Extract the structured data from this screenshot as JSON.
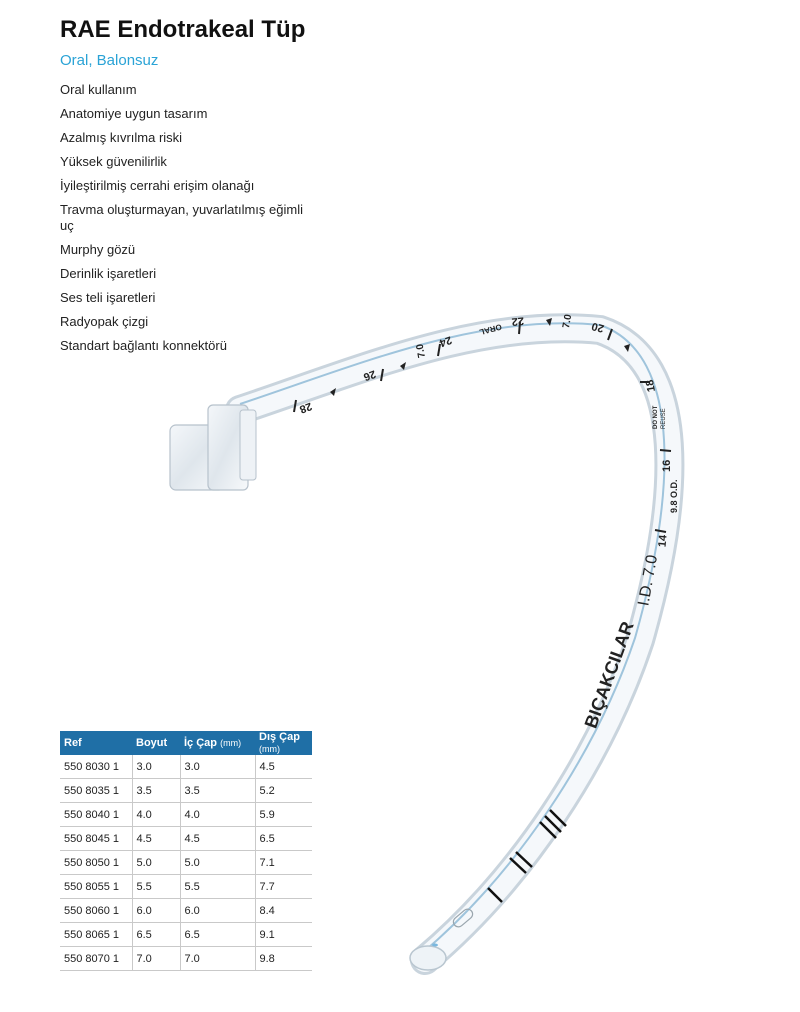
{
  "header": {
    "title": "RAE Endotrakeal Tüp",
    "subtitle": "Oral, Balonsuz"
  },
  "features": [
    "Oral kullanım",
    "Anatomiye uygun tasarım",
    "Azalmış kıvrılma riski",
    "Yüksek güvenilirlik",
    "İyileştirilmiş cerrahi erişim olanağı",
    "Travma oluşturmayan, yuvarlatılmış eğimli uç",
    "Murphy gözü",
    "Derinlik işaretleri",
    "Ses teli işaretleri",
    "Radyopak çizgi",
    "Standart bağlantı konnektörü"
  ],
  "tube_markings": {
    "brand": "BIÇAKCILAR",
    "id_label": "I.D. 7.0",
    "od_label": "9.8 O.D.",
    "reuse_line1": "DO NOT",
    "reuse_line2": "REUSE",
    "oral": "ORAL",
    "size_mark": "7.0",
    "depths": [
      "28",
      "26",
      "24",
      "22",
      "20",
      "18",
      "16",
      "14"
    ]
  },
  "table": {
    "headers": [
      "Ref",
      "Boyut",
      "İç Çap",
      "Dış Çap"
    ],
    "unit": "(mm)",
    "rows": [
      [
        "550 8030 1",
        "3.0",
        "3.0",
        "4.5"
      ],
      [
        "550 8035 1",
        "3.5",
        "3.5",
        "5.2"
      ],
      [
        "550 8040 1",
        "4.0",
        "4.0",
        "5.9"
      ],
      [
        "550 8045 1",
        "4.5",
        "4.5",
        "6.5"
      ],
      [
        "550 8050 1",
        "5.0",
        "5.0",
        "7.1"
      ],
      [
        "550 8055 1",
        "5.5",
        "5.5",
        "7.7"
      ],
      [
        "550 8060 1",
        "6.0",
        "6.0",
        "8.4"
      ],
      [
        "550 8065 1",
        "6.5",
        "6.5",
        "9.1"
      ],
      [
        "550 8070 1",
        "7.0",
        "7.0",
        "9.8"
      ]
    ]
  }
}
